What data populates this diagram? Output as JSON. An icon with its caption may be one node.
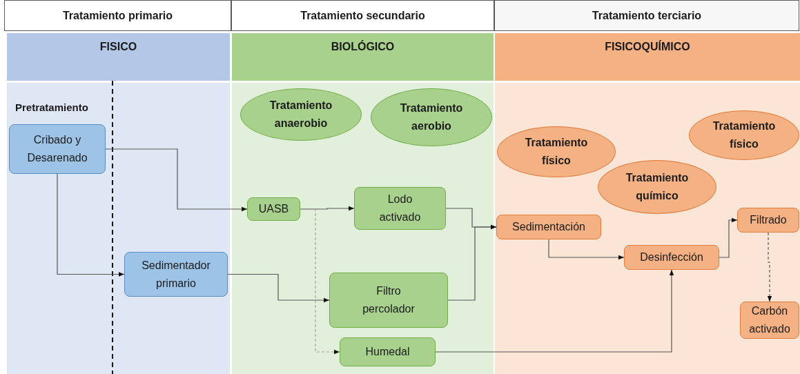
{
  "diagram": {
    "nodes": [
      {
        "text": [
          "Tratamiento primario"
        ]
      },
      {
        "text": [
          "Tratamiento secundario"
        ]
      },
      {
        "text": [
          "Tratamiento terciario"
        ]
      },
      {
        "text": [
          "FISICO"
        ]
      },
      {
        "text": [
          "BIOLÓGICO"
        ]
      },
      {
        "text": [
          "FISICOQUÍMICO"
        ]
      },
      {
        "text": [
          "Cribado y Desarenado"
        ],
        "in": 3
      },
      {
        "text": [
          "Sedimentador primario"
        ],
        "in": 3
      },
      {
        "text": [
          "Tratamiento anaerobio"
        ],
        "in": 4
      },
      {
        "text": [
          "Tratamiento aerobio"
        ],
        "in": 4
      },
      {
        "text": [
          "UASB"
        ],
        "in": 4
      },
      {
        "text": [
          "Lodo activado"
        ],
        "in": 4
      },
      {
        "text": [
          "Filtro percolador"
        ],
        "in": 4
      },
      {
        "text": [
          "Humedal"
        ],
        "in": 4
      },
      {
        "text": [
          "Tratamiento físico"
        ],
        "in": 5
      },
      {
        "text": [
          "Tratamiento químico"
        ],
        "in": 5
      },
      {
        "text": [
          "Tratamiento físico"
        ],
        "in": 5
      },
      {
        "text": [
          "Sedimentación"
        ],
        "in": 5
      },
      {
        "text": [
          "Desinfección"
        ],
        "in": 5
      },
      {
        "text": [
          "Filtrado"
        ],
        "in": 5
      },
      {
        "text": [
          "Carbón activado"
        ],
        "in": 5
      }
    ],
    "edges": [
      {
        "from": 6,
        "to": 10,
        "arrow": "to"
      },
      {
        "from": 6,
        "to": 7,
        "arrow": "to"
      },
      {
        "from": 7,
        "to": 12,
        "arrow": "to"
      },
      {
        "from": 10,
        "to": 11,
        "arrow": "to"
      },
      {
        "from": 10,
        "to": 13,
        "arrow": "to",
        "style": "dashed",
        "color": "#a0a0a0"
      },
      {
        "from": 11,
        "to": 17,
        "arrow": "to"
      },
      {
        "from": 12,
        "to": 17,
        "arrow": "to"
      },
      {
        "from": 13,
        "to": 18,
        "arrow": "to"
      },
      {
        "from": 17,
        "to": 18,
        "arrow": "to"
      },
      {
        "from": 18,
        "to": 19,
        "arrow": "to"
      },
      {
        "from": 19,
        "to": 20,
        "arrow": "to",
        "style": "dashed"
      }
    ],
    "labels": [
      "Pretratamiento"
    ]
  }
}
